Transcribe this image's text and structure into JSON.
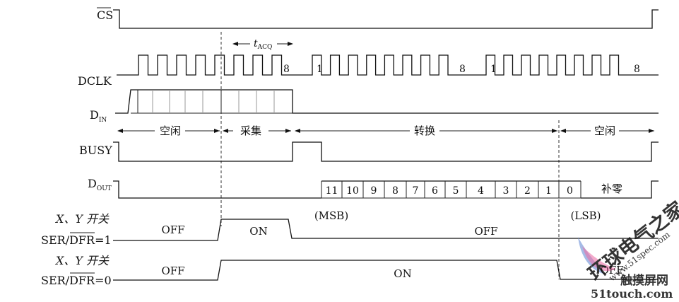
{
  "signals": {
    "cs": "CS",
    "dclk": "DCLK",
    "din_main": "D",
    "din_sub": "IN",
    "busy": "BUSY",
    "dout_main": "D",
    "dout_sub": "OUT",
    "sw1_line1": "X、Y 开关",
    "sw1_line2_a": "SER/",
    "sw1_line2_b": "DFR",
    "sw1_line2_c": "=1",
    "sw0_line1": "X、Y 开关",
    "sw0_line2_a": "SER/",
    "sw0_line2_b": "DFR",
    "sw0_line2_c": "=0"
  },
  "tacq": {
    "main": "t",
    "sub": "ACQ"
  },
  "clock_marks": [
    "8",
    "1",
    "8",
    "1",
    "8"
  ],
  "sections": {
    "idle1": "空闲",
    "acquire": "采集",
    "convert": "转换",
    "idle2": "空闲"
  },
  "dout_bits": [
    "11",
    "10",
    "9",
    "8",
    "7",
    "6",
    "5",
    "4",
    "3",
    "2",
    "1",
    "0"
  ],
  "dout_tail": "补零",
  "dout_msb": "(MSB)",
  "dout_lsb": "(LSB)",
  "sw1_states": {
    "left": "OFF",
    "mid": "ON",
    "right": "OFF"
  },
  "sw0_states": {
    "left": "OFF",
    "mid": "ON",
    "right": "OFF"
  },
  "watermark": {
    "brand": "环球电气之家",
    "url": "www.51spec.com",
    "cn2": "触摸屏网",
    "url2": "51touch.com"
  }
}
